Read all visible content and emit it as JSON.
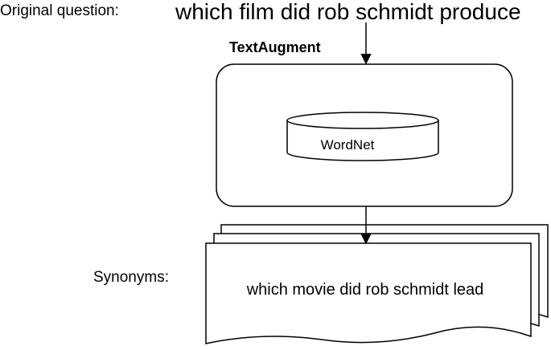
{
  "original_question": {
    "label": "Original question:",
    "text": "which film did rob schmidt produce"
  },
  "process": {
    "title": "TextAugment",
    "database": "WordNet"
  },
  "synonyms": {
    "label": "Synonyms:",
    "text": "which movie did rob schmidt lead"
  },
  "colors": {
    "stroke": "#000000",
    "fill": "#ffffff"
  }
}
